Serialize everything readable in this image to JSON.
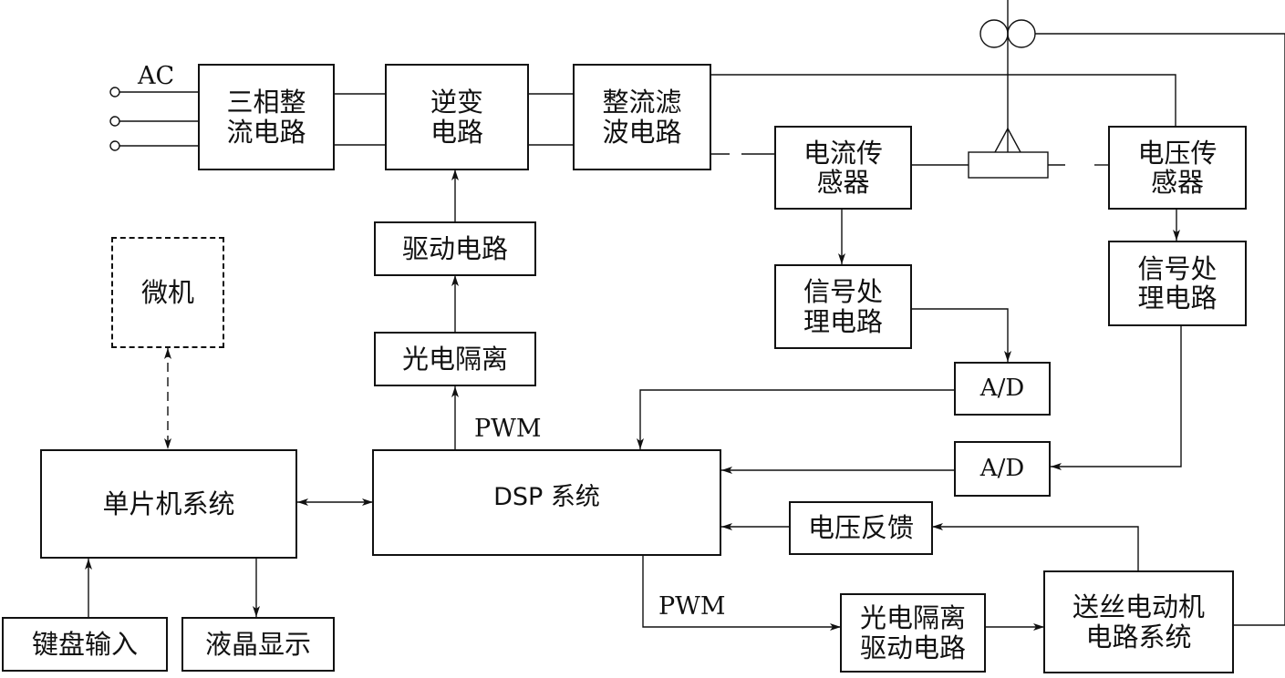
{
  "blocks": {
    "rectifier3": "三相整\n流电路",
    "inverter": "逆变\n电路",
    "filter": "整流滤\n波电路",
    "current_sensor": "电流传\n感器",
    "voltage_sensor": "电压传\n感器",
    "driver": "驱动电路",
    "opto_iso": "光电隔离",
    "signal_proc_1": "信号处\n理电路",
    "signal_proc_2": "信号处\n理电路",
    "adc_1": "A/D",
    "adc_2": "A/D",
    "microcomputer": "微机",
    "mcu_system": "单片机系统",
    "dsp_system": "DSP 系统",
    "voltage_feedback": "电压反馈",
    "keyboard_input": "键盘输入",
    "lcd_display": "液晶显示",
    "opto_iso_driver": "光电隔离\n驱动电路",
    "wire_feed_motor": "送丝电动机\n电路系统"
  },
  "labels": {
    "ac": "AC",
    "pwm_top": "PWM",
    "pwm_bottom": "PWM"
  }
}
